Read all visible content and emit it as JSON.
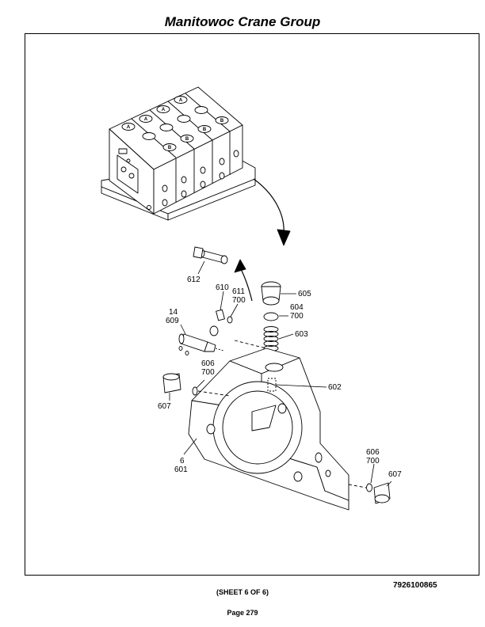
{
  "header": {
    "title": "Manitowoc Crane Group"
  },
  "diagram": {
    "valve_markings": {
      "a": "A",
      "b": "B"
    },
    "callouts": {
      "c612": "612",
      "c610": "610",
      "c611": "611",
      "c700a": "700",
      "c14": "14",
      "c609": "609",
      "c605": "605",
      "c604": "604",
      "c700b": "700",
      "c603": "603",
      "c606a": "606",
      "c700c": "700",
      "c602": "602",
      "c607a": "607",
      "c6": "6",
      "c601": "601",
      "c606b": "606",
      "c700d": "700",
      "c607b": "607"
    }
  },
  "footer": {
    "part_number": "7926100865",
    "sheet": "(SHEET 6 OF 6)",
    "page": "Page 279"
  }
}
